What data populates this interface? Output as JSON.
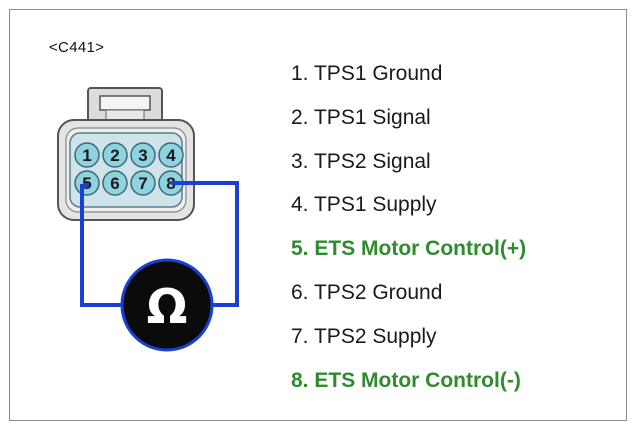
{
  "connector": {
    "label": "<C441>",
    "pins_row1": [
      "1",
      "2",
      "3",
      "4"
    ],
    "pins_row2": [
      "5",
      "6",
      "7",
      "8"
    ]
  },
  "meter": {
    "symbol": "Ω"
  },
  "pins": [
    {
      "num": "1.",
      "name": "TPS1 Ground",
      "highlight": false
    },
    {
      "num": "2.",
      "name": "TPS1 Signal",
      "highlight": false
    },
    {
      "num": "3.",
      "name": "TPS2 Signal",
      "highlight": false
    },
    {
      "num": "4.",
      "name": "TPS1 Supply",
      "highlight": false
    },
    {
      "num": "5.",
      "name": "ETS Motor Control(+)",
      "highlight": true
    },
    {
      "num": "6.",
      "name": "TPS2 Ground",
      "highlight": false
    },
    {
      "num": "7.",
      "name": "TPS2 Supply",
      "highlight": false
    },
    {
      "num": "8.",
      "name": "ETS Motor Control(-)",
      "highlight": true
    }
  ],
  "colors": {
    "wire": "#1a3fd6",
    "highlight_text": "#2e8b2e",
    "pin_fill": "#8fd3e0",
    "connector_body": "#e4e4e4"
  }
}
